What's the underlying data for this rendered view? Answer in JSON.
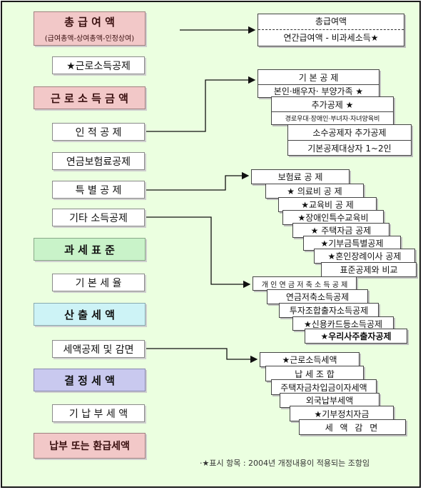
{
  "left_column": {
    "total_salary_title": "총 급 여 액",
    "total_salary_sub": "(급여총액-상여총액-인정상여)",
    "earned_income_deduction": "★근로소득공제",
    "earned_income": "근 로 소 득 금 액",
    "personal_deduction": "인 적 공 제",
    "pension_deduction": "연금보험료공제",
    "special_deduction": "특 별 공 제",
    "other_deduction": "기타 소득공제",
    "tax_base": "과 세 표 준",
    "basic_rate": "기 본 세 율",
    "calculated_tax": "산 출 세 액",
    "tax_credit_reduction": "세액공제 및 감면",
    "determined_tax": "결 정 세 액",
    "prepaid_tax": "기 납 부 세 액",
    "payment_or_refund": "납부 또는 환급세액"
  },
  "total_salary_detail": {
    "line1": "총급여액",
    "line2": "연간급여액 - 비과세소득★"
  },
  "personal_group": [
    "기 본 공 제",
    "본인·배우자· 부양가족 ★",
    "추가공제 ★",
    "경로우대·장애인·부녀자·자녀양육비",
    "소수공제자 추가공제",
    "기본공제대상자 1~2인"
  ],
  "special_group": [
    "보험료 공 제",
    "★ 의료비 공 제",
    "★교육비 공 제",
    "★장애인특수교육비",
    "★ 주택자금 공제",
    "★기부금특별공제",
    "★혼인장례이사 공제",
    "표준공제와 비교"
  ],
  "other_group": [
    "개 인 연 금 저 축 소 득 공 제",
    "연금저축소득공제",
    "투자조합출자소득공제",
    "★신용카드등소득공제",
    "★우리사주출자공제"
  ],
  "credit_group": [
    "★근로소득세액",
    "납 세 조 합",
    "주택자금차입금이자세액",
    "외국납부세액",
    "★기부정치자금",
    "세 액 감 면"
  ],
  "footnote": "·★표시 항목 : 2004년 개정내용이 적용되는 조항임",
  "colors": {
    "background": "#ebffe0",
    "pink": "#f2c8c8",
    "green": "#c9f3c9",
    "cyan": "#cdf3f6",
    "lavender": "#c9c9ef"
  }
}
